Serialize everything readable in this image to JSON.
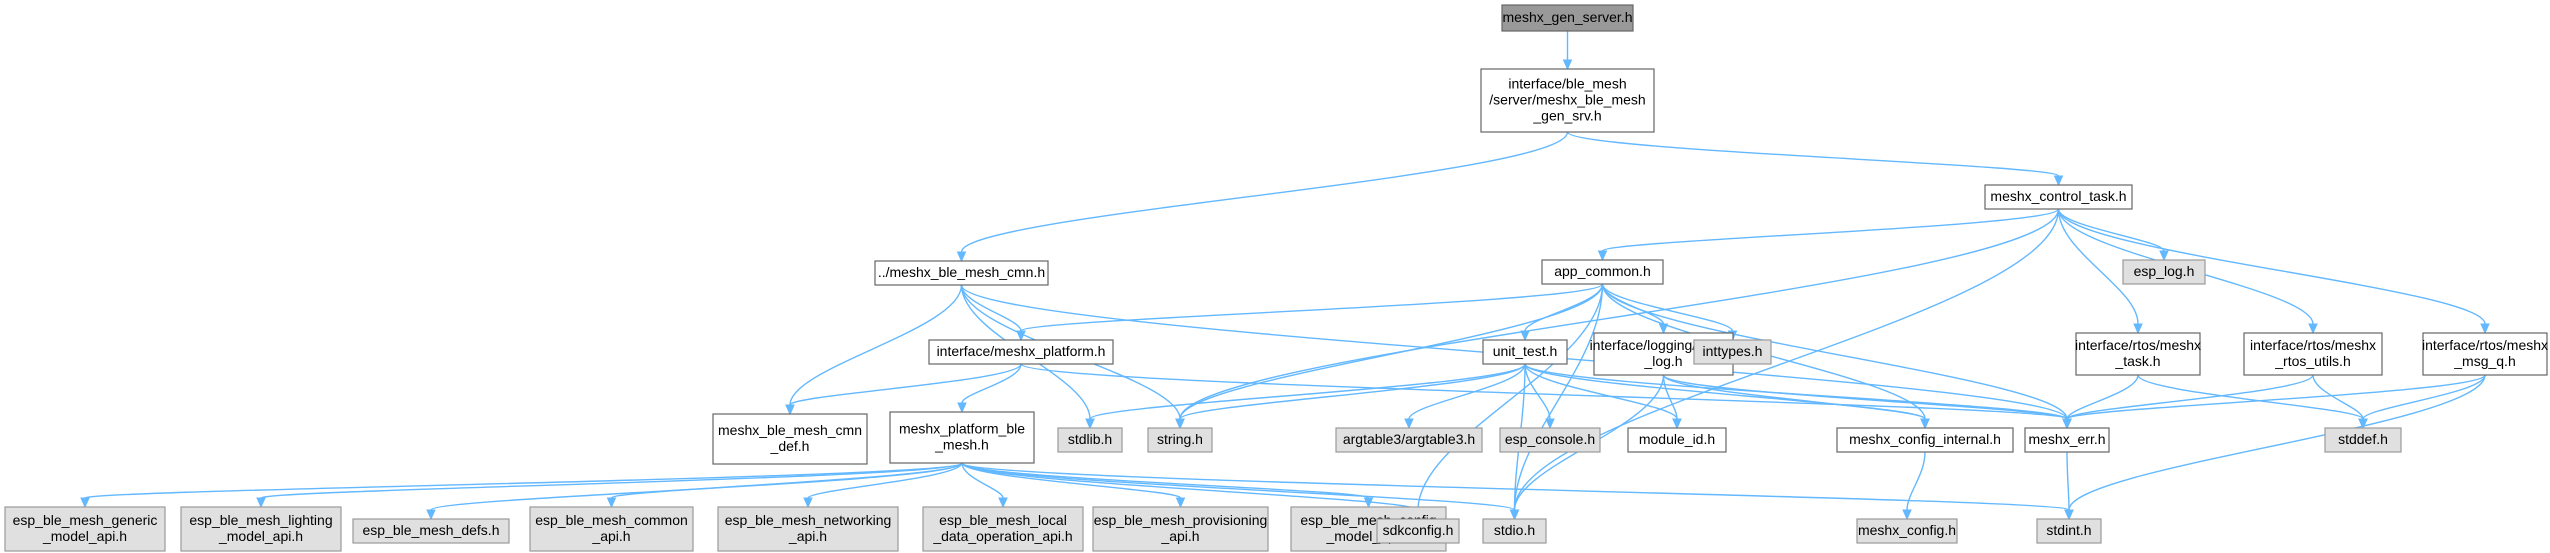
{
  "graph": {
    "colors": {
      "root_fill": "#999999",
      "documented_fill": "#ffffff",
      "external_fill": "#e0e0e0",
      "border_dark": "#666666",
      "border_light": "#999999",
      "edge": "#63b8ff"
    },
    "nodes": [
      {
        "id": "meshx_gen_server",
        "lines": [
          "meshx_gen_server.h"
        ],
        "kind": "root"
      },
      {
        "id": "gen_srv",
        "lines": [
          "interface/ble_mesh",
          "/server/meshx_ble_mesh",
          "_gen_srv.h"
        ],
        "kind": "documented"
      },
      {
        "id": "cmn",
        "lines": [
          "../meshx_ble_mesh_cmn.h"
        ],
        "kind": "documented"
      },
      {
        "id": "control_task",
        "lines": [
          "meshx_control_task.h"
        ],
        "kind": "documented"
      },
      {
        "id": "app_common",
        "lines": [
          "app_common.h"
        ],
        "kind": "documented"
      },
      {
        "id": "esp_log",
        "lines": [
          "esp_log.h"
        ],
        "kind": "external"
      },
      {
        "id": "platform",
        "lines": [
          "interface/meshx_platform.h"
        ],
        "kind": "documented"
      },
      {
        "id": "cmn_def",
        "lines": [
          "meshx_ble_mesh_cmn",
          "_def.h"
        ],
        "kind": "documented"
      },
      {
        "id": "unit_test",
        "lines": [
          "unit_test.h"
        ],
        "kind": "documented"
      },
      {
        "id": "meshx_log",
        "lines": [
          "interface/logging/meshx",
          "_log.h"
        ],
        "kind": "documented"
      },
      {
        "id": "inttypes",
        "lines": [
          "inttypes.h"
        ],
        "kind": "external"
      },
      {
        "id": "rtos_task",
        "lines": [
          "interface/rtos/meshx",
          "_task.h"
        ],
        "kind": "documented"
      },
      {
        "id": "rtos_utils",
        "lines": [
          "interface/rtos/meshx",
          "_rtos_utils.h"
        ],
        "kind": "documented"
      },
      {
        "id": "msg_q",
        "lines": [
          "interface/rtos/meshx",
          "_msg_q.h"
        ],
        "kind": "documented"
      },
      {
        "id": "platform_ble",
        "lines": [
          "meshx_platform_ble",
          "_mesh.h"
        ],
        "kind": "documented"
      },
      {
        "id": "stdlib",
        "lines": [
          "stdlib.h"
        ],
        "kind": "external"
      },
      {
        "id": "string",
        "lines": [
          "string.h"
        ],
        "kind": "external"
      },
      {
        "id": "argtable3",
        "lines": [
          "argtable3/argtable3.h"
        ],
        "kind": "external"
      },
      {
        "id": "esp_console",
        "lines": [
          "esp_console.h"
        ],
        "kind": "external"
      },
      {
        "id": "module_id",
        "lines": [
          "module_id.h"
        ],
        "kind": "documented"
      },
      {
        "id": "config_internal",
        "lines": [
          "meshx_config_internal.h"
        ],
        "kind": "documented"
      },
      {
        "id": "meshx_err",
        "lines": [
          "meshx_err.h"
        ],
        "kind": "documented"
      },
      {
        "id": "stddef",
        "lines": [
          "stddef.h"
        ],
        "kind": "external"
      },
      {
        "id": "generic_model",
        "lines": [
          "esp_ble_mesh_generic",
          "_model_api.h"
        ],
        "kind": "external"
      },
      {
        "id": "lighting_model",
        "lines": [
          "esp_ble_mesh_lighting",
          "_model_api.h"
        ],
        "kind": "external"
      },
      {
        "id": "mesh_defs",
        "lines": [
          "esp_ble_mesh_defs.h"
        ],
        "kind": "external"
      },
      {
        "id": "mesh_common",
        "lines": [
          "esp_ble_mesh_common",
          "_api.h"
        ],
        "kind": "external"
      },
      {
        "id": "networking",
        "lines": [
          "esp_ble_mesh_networking",
          "_api.h"
        ],
        "kind": "external"
      },
      {
        "id": "local_data",
        "lines": [
          "esp_ble_mesh_local",
          "_data_operation_api.h"
        ],
        "kind": "external"
      },
      {
        "id": "provisioning",
        "lines": [
          "esp_ble_mesh_provisioning",
          "_api.h"
        ],
        "kind": "external"
      },
      {
        "id": "config_model",
        "lines": [
          "esp_ble_mesh_config",
          "_model_api.h"
        ],
        "kind": "external"
      },
      {
        "id": "sdkconfig",
        "lines": [
          "sdkconfig.h"
        ],
        "kind": "external"
      },
      {
        "id": "stdio",
        "lines": [
          "stdio.h"
        ],
        "kind": "external"
      },
      {
        "id": "stdint",
        "lines": [
          "stdint.h"
        ],
        "kind": "external"
      },
      {
        "id": "meshx_config",
        "lines": [
          "meshx_config.h"
        ],
        "kind": "external"
      }
    ],
    "edges": [
      [
        "meshx_gen_server",
        "gen_srv"
      ],
      [
        "gen_srv",
        "cmn"
      ],
      [
        "gen_srv",
        "control_task"
      ],
      [
        "cmn",
        "platform"
      ],
      [
        "cmn",
        "cmn_def"
      ],
      [
        "cmn",
        "stdlib"
      ],
      [
        "cmn",
        "string"
      ],
      [
        "cmn",
        "meshx_err"
      ],
      [
        "control_task",
        "app_common"
      ],
      [
        "control_task",
        "esp_log"
      ],
      [
        "control_task",
        "rtos_task"
      ],
      [
        "control_task",
        "rtos_utils"
      ],
      [
        "control_task",
        "msg_q"
      ],
      [
        "control_task",
        "string"
      ],
      [
        "control_task",
        "stdio"
      ],
      [
        "app_common",
        "platform"
      ],
      [
        "app_common",
        "unit_test"
      ],
      [
        "app_common",
        "meshx_log"
      ],
      [
        "app_common",
        "inttypes"
      ],
      [
        "app_common",
        "string"
      ],
      [
        "app_common",
        "sdkconfig"
      ],
      [
        "app_common",
        "stdio"
      ],
      [
        "app_common",
        "config_internal"
      ],
      [
        "app_common",
        "meshx_err"
      ],
      [
        "platform",
        "cmn_def"
      ],
      [
        "platform",
        "platform_ble"
      ],
      [
        "platform",
        "meshx_err"
      ],
      [
        "unit_test",
        "stdlib"
      ],
      [
        "unit_test",
        "string"
      ],
      [
        "unit_test",
        "argtable3"
      ],
      [
        "unit_test",
        "esp_console"
      ],
      [
        "unit_test",
        "module_id"
      ],
      [
        "unit_test",
        "stdio"
      ],
      [
        "unit_test",
        "config_internal"
      ],
      [
        "unit_test",
        "meshx_err"
      ],
      [
        "meshx_log",
        "module_id"
      ],
      [
        "meshx_log",
        "config_internal"
      ],
      [
        "meshx_log",
        "meshx_err"
      ],
      [
        "meshx_log",
        "stdio"
      ],
      [
        "rtos_task",
        "meshx_err"
      ],
      [
        "rtos_task",
        "stddef"
      ],
      [
        "rtos_utils",
        "meshx_err"
      ],
      [
        "rtos_utils",
        "stddef"
      ],
      [
        "msg_q",
        "meshx_err"
      ],
      [
        "msg_q",
        "stddef"
      ],
      [
        "msg_q",
        "stdint"
      ],
      [
        "platform_ble",
        "generic_model"
      ],
      [
        "platform_ble",
        "lighting_model"
      ],
      [
        "platform_ble",
        "mesh_defs"
      ],
      [
        "platform_ble",
        "mesh_common"
      ],
      [
        "platform_ble",
        "networking"
      ],
      [
        "platform_ble",
        "local_data"
      ],
      [
        "platform_ble",
        "provisioning"
      ],
      [
        "platform_ble",
        "config_model"
      ],
      [
        "platform_ble",
        "sdkconfig"
      ],
      [
        "platform_ble",
        "stdio"
      ],
      [
        "platform_ble",
        "stdint"
      ],
      [
        "config_internal",
        "meshx_config"
      ],
      [
        "meshx_err",
        "stdint"
      ]
    ]
  }
}
